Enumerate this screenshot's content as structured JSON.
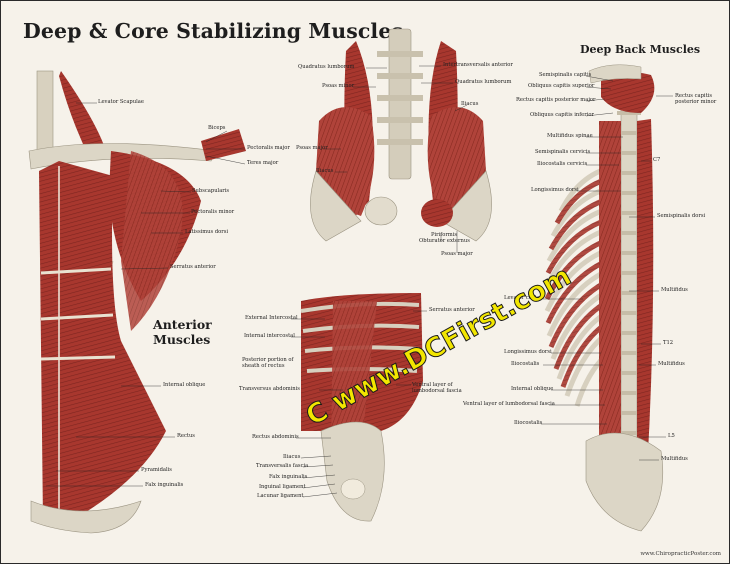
{
  "poster": {
    "title": "Deep & Core Stabilizing Muscles",
    "anterior_heading": "Anterior\nMuscles",
    "deep_back_heading": "Deep Back Muscles",
    "watermark": "C www.DCFirst.com",
    "credit": "www.ChiropracticPoster.com"
  },
  "colors": {
    "muscle": "#a8372e",
    "muscle_dark": "#7e2520",
    "bone": "#dcd6c6",
    "background": "#f6f2ea"
  },
  "labels": {
    "anterior": [
      "Levator Scapulae",
      "Biceps",
      "Pectoralis major",
      "Teres major",
      "Subscapularis",
      "Pectoralis minor",
      "Latissimus dorsi",
      "Serratus anterior",
      "Internal oblique",
      "Rectus",
      "Pyramidalis",
      "Falx inguinalis"
    ],
    "pelvis": [
      "Quadratus lumborum",
      "Intertransversalis anterior",
      "Psoas minor",
      "Quadratus lumborum",
      "Iliacus",
      "Psoas major",
      "Iliacus",
      "Piriformis",
      "Obturator externus",
      "Psoas major"
    ],
    "lateral": [
      "Serratus anterior",
      "External Intercostal",
      "Internal intercostal",
      "Posterior portion of sheath of rectus",
      "Transversus abdominis",
      "Ventral layer of lumbodorsal fascia",
      "Rectus abdominis",
      "Iliacus",
      "Transversalis fascia",
      "Falx inguinalis",
      "Inguinal ligament",
      "Lacunar ligament"
    ],
    "back": [
      "Semispinalis capitis",
      "Obliquus capitis superior",
      "Rectus capitis posterior major",
      "Rectus capitis posterior minor",
      "Obliquus capitis inferior",
      "Multifidus spinae",
      "Semispinalis cervicis",
      "Iliocostalis cervicis",
      "C7",
      "Longissimus dorsi",
      "Semispinalis dorsi",
      "Multifidus",
      "Levator costae",
      "T12",
      "Longissimus dorsi",
      "Iliocostalis",
      "Multifidus",
      "Internal oblique",
      "Ventral layer of lumbodorsal fascia",
      "Iliocostalis",
      "L5",
      "Multifidus"
    ]
  }
}
